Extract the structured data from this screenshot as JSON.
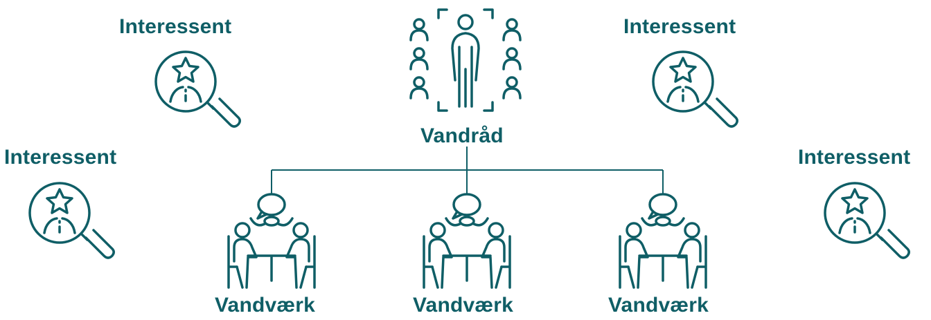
{
  "council": {
    "label": "Vandråd"
  },
  "stakeholders": [
    {
      "label": "Interessent"
    },
    {
      "label": "Interessent"
    },
    {
      "label": "Interessent"
    },
    {
      "label": "Interessent"
    }
  ],
  "waterworks": [
    {
      "label": "Vandværk"
    },
    {
      "label": "Vandværk"
    },
    {
      "label": "Vandværk"
    }
  ],
  "colors": {
    "primary": "#0f5e66",
    "background": "#ffffff"
  },
  "icons": {
    "stakeholder": "magnifier-person-star-icon",
    "council": "council-people-icon",
    "waterworks": "meeting-table-icon"
  }
}
